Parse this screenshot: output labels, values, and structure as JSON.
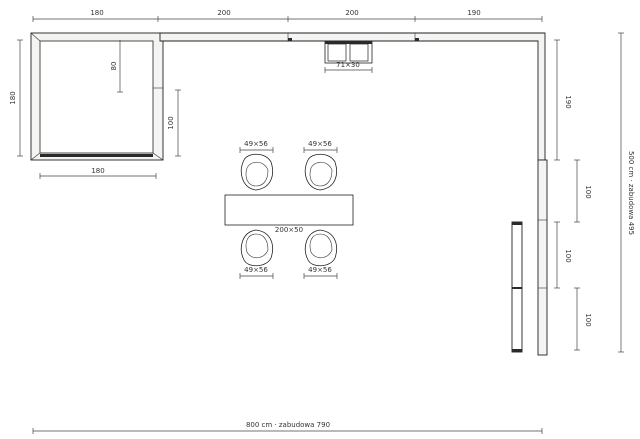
{
  "plan": {
    "top_dims": [
      "180",
      "200",
      "200",
      "190"
    ],
    "corner": {
      "left_dim": "180",
      "bottom_dim": "180",
      "inner_dim": "80",
      "side_dim": "100"
    },
    "sink_label": "71×30",
    "right_dims": [
      "190",
      "100",
      "100",
      "100"
    ],
    "total_height_label": "500 cm · zabudowa 495",
    "total_width_label": "800 cm · zabudowa 790",
    "table_label": "200×50",
    "chair_labels": [
      "49×56",
      "49×56",
      "49×56",
      "49×56"
    ]
  },
  "colors": {
    "line": "#222222",
    "background": "#ffffff"
  }
}
